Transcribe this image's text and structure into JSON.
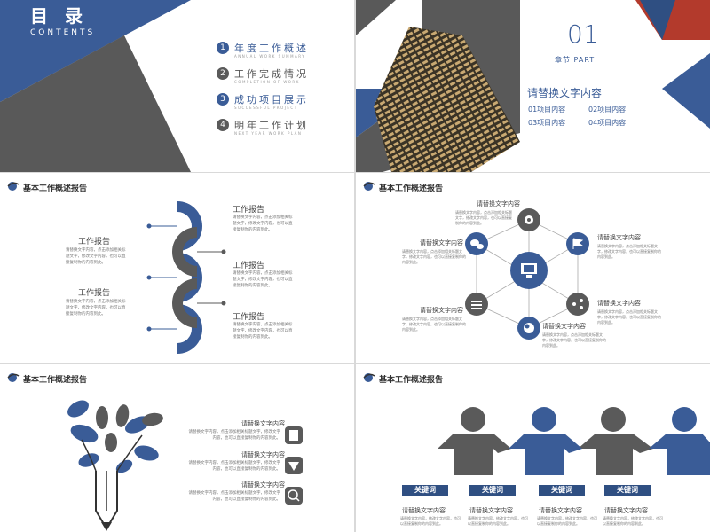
{
  "toc": {
    "title": "目 录",
    "subtitle": "CONTENTS",
    "items": [
      {
        "num": "1",
        "label": "年度工作概述",
        "sub": "ANNUAL WORK SUMMARY"
      },
      {
        "num": "2",
        "label": "工作完成情况",
        "sub": "COMPLETION OF WORK"
      },
      {
        "num": "3",
        "label": "成功项目展示",
        "sub": "SUCCESSFUL PROJECT"
      },
      {
        "num": "4",
        "label": "明年工作计划",
        "sub": "NEXT YEAR WORK PLAN"
      }
    ]
  },
  "chapter": {
    "number": "01",
    "label": "章节 PART",
    "heading": "请替换文字内容",
    "items": [
      "01项目内容",
      "02项目内容",
      "03项目内容",
      "04项目内容"
    ]
  },
  "header_label": "基本工作概述报告",
  "fan": {
    "report_title": "工作报告",
    "report_body": "请替换文字内容，点击添加相关标题文字，修改文字内容，也可以直接复制你的内容到此。"
  },
  "hexagon": {
    "title": "请替换文字内容",
    "body": "请替换文字内容，点击添加相关标题文字，修改文字内容，也可以直接复制你的内容到此。"
  },
  "tree": {
    "title": "请替换文字内容",
    "body": "请替换文字内容，点击添加相关标题文字，修改文字内容，也可以直接复制你的内容到此。"
  },
  "people": {
    "keyword": "关键词",
    "title": "请替换文字内容",
    "body": "请替换文字内容，修改文字内容，也可以直接复制你的内容到此。"
  },
  "colors": {
    "blue": "#3a5c97",
    "dark_blue": "#2f4f82",
    "gray": "#5a5a5a"
  }
}
